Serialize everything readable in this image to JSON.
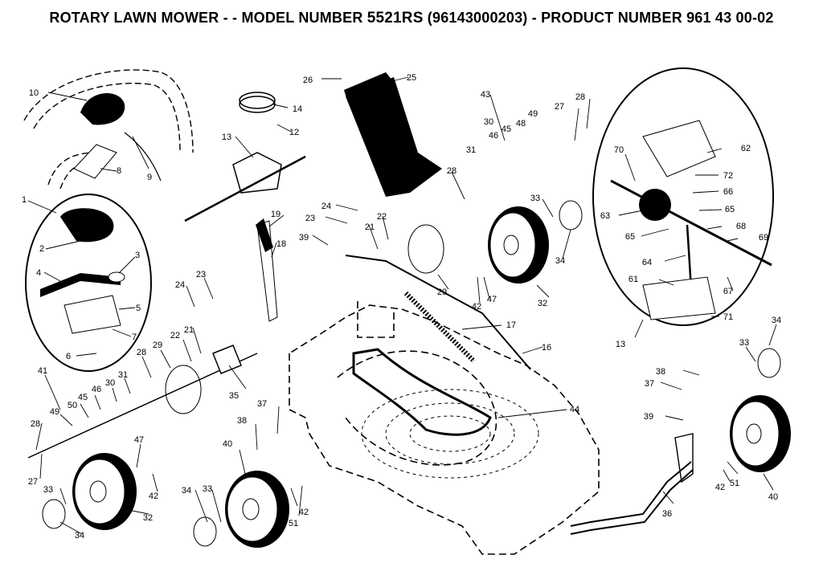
{
  "title": {
    "prefix": "ROTARY LAWN MOWER - - MODEL NUMBER ",
    "model": "5521RS",
    "suffix": " (96143000203) - PRODUCT NUMBER 961 43 00-02"
  },
  "callouts": [
    "1",
    "2",
    "3",
    "4",
    "5",
    "6",
    "7",
    "8",
    "9",
    "10",
    "12",
    "13",
    "14",
    "16",
    "17",
    "18",
    "19",
    "21",
    "22",
    "23",
    "24",
    "25",
    "26",
    "27",
    "28",
    "29",
    "30",
    "31",
    "32",
    "33",
    "34",
    "35",
    "36",
    "37",
    "38",
    "39",
    "40",
    "41",
    "42",
    "43",
    "44",
    "45",
    "46",
    "47",
    "48",
    "49",
    "50",
    "51",
    "61",
    "62",
    "63",
    "64",
    "65",
    "66",
    "67",
    "68",
    "69",
    "70",
    "71",
    "72"
  ],
  "colors": {
    "ink": "#000000",
    "paper": "#ffffff"
  }
}
